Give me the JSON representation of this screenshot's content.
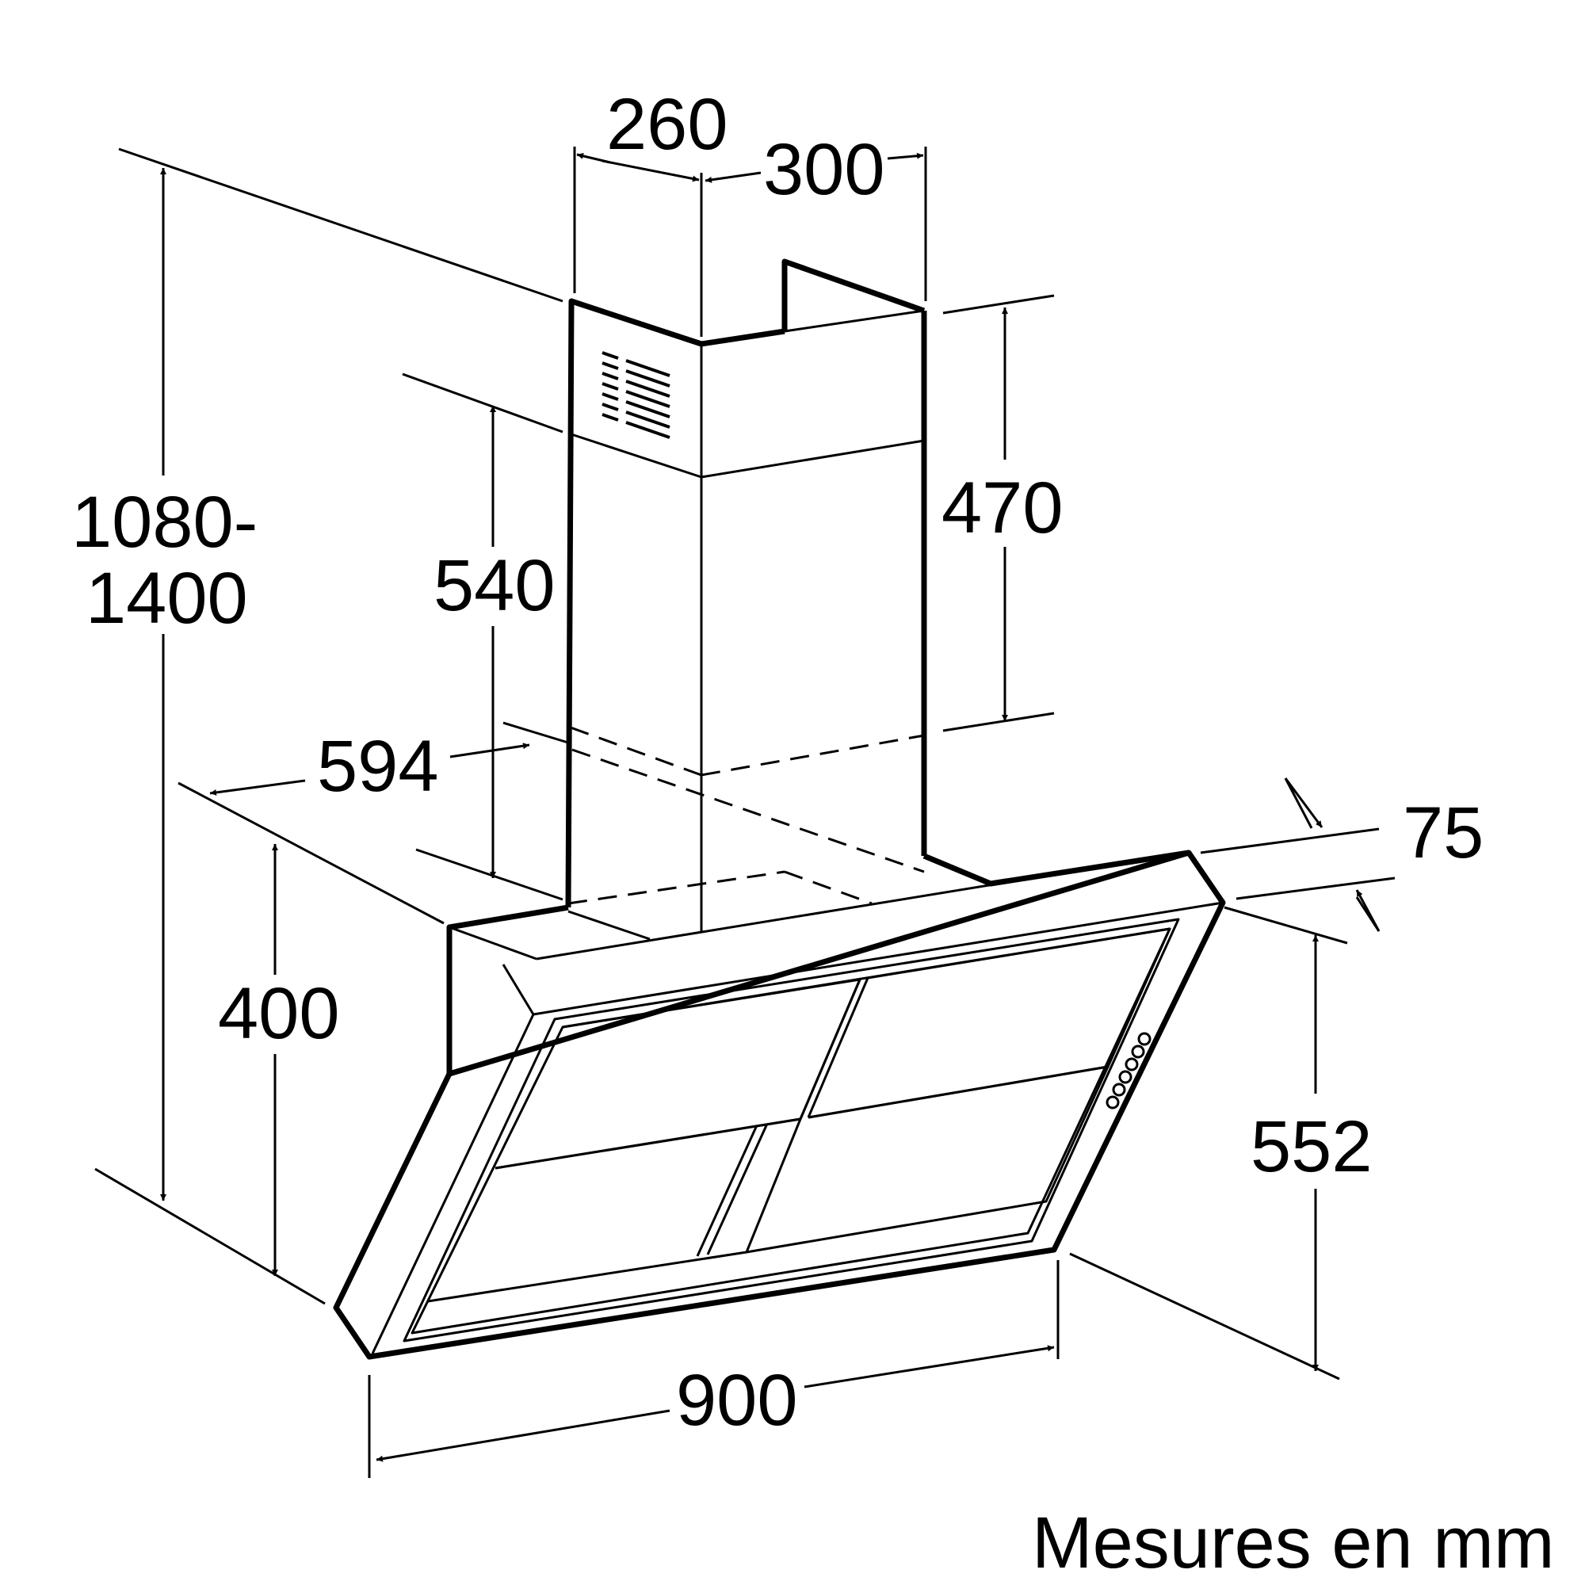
{
  "dimensions": {
    "total_height_line1": "1080-",
    "total_height_line2": "1400",
    "chimney_width": "260",
    "chimney_depth": "300",
    "upper_chimney_height": "470",
    "lower_chimney_height": "540",
    "hood_depth": "594",
    "hood_height": "400",
    "panel_thickness": "75",
    "panel_height": "552",
    "hood_width": "900"
  },
  "caption": "Mesures en mm",
  "colors": {
    "line": "#000000",
    "background": "#ffffff"
  }
}
